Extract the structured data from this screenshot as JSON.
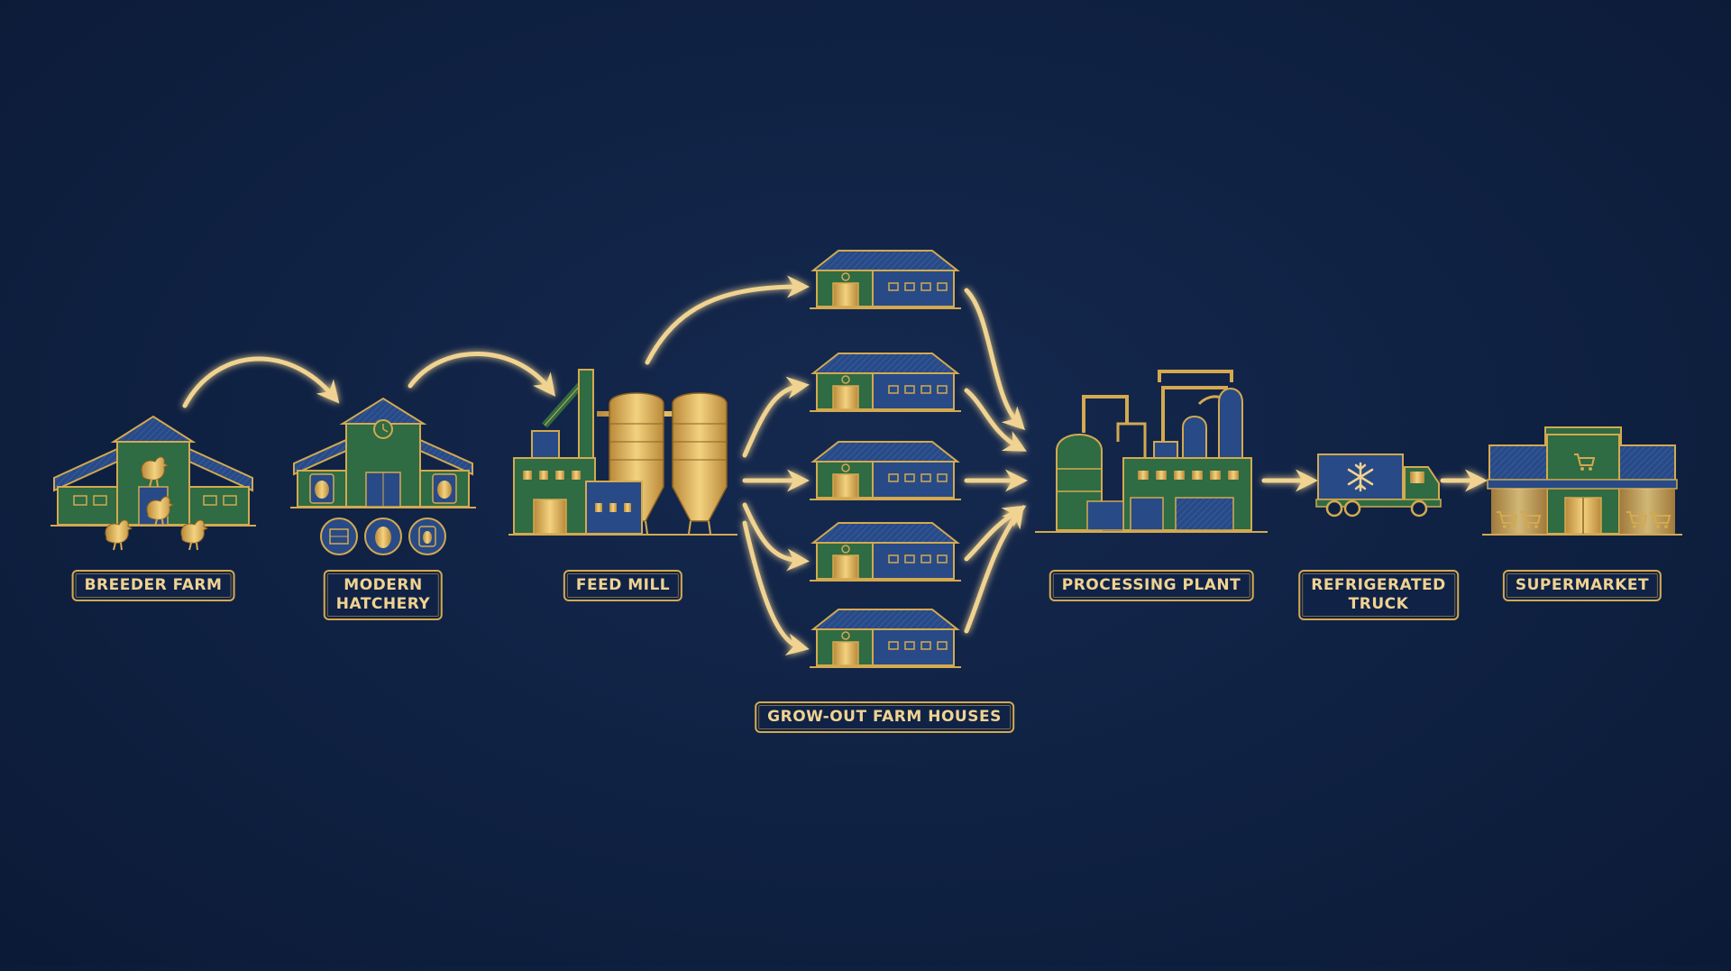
{
  "colors": {
    "background": "#0f2142",
    "gold": "#d4a94f",
    "gold_light": "#f0d391",
    "green": "#2f6b43",
    "blue": "#284a86"
  },
  "stages": {
    "breeder_farm": "BREEDER FARM",
    "modern_hatchery": "MODERN\nHATCHERY",
    "feed_mill": "FEED MILL",
    "grow_out_farm_houses": "GROW-OUT FARM HOUSES",
    "processing_plant": "PROCESSING PLANT",
    "refrigerated_truck": "REFRIGERATED\nTRUCK",
    "supermarket": "SUPERMARKET"
  },
  "icons": [
    "barn-icon",
    "chicken-icon",
    "hatchery-icon",
    "egg-icon",
    "incubator-icon",
    "silo-icon",
    "farm-house-icon",
    "factory-icon",
    "truck-icon",
    "snowflake-icon",
    "store-icon",
    "shopping-cart-icon",
    "arrow-icon"
  ]
}
